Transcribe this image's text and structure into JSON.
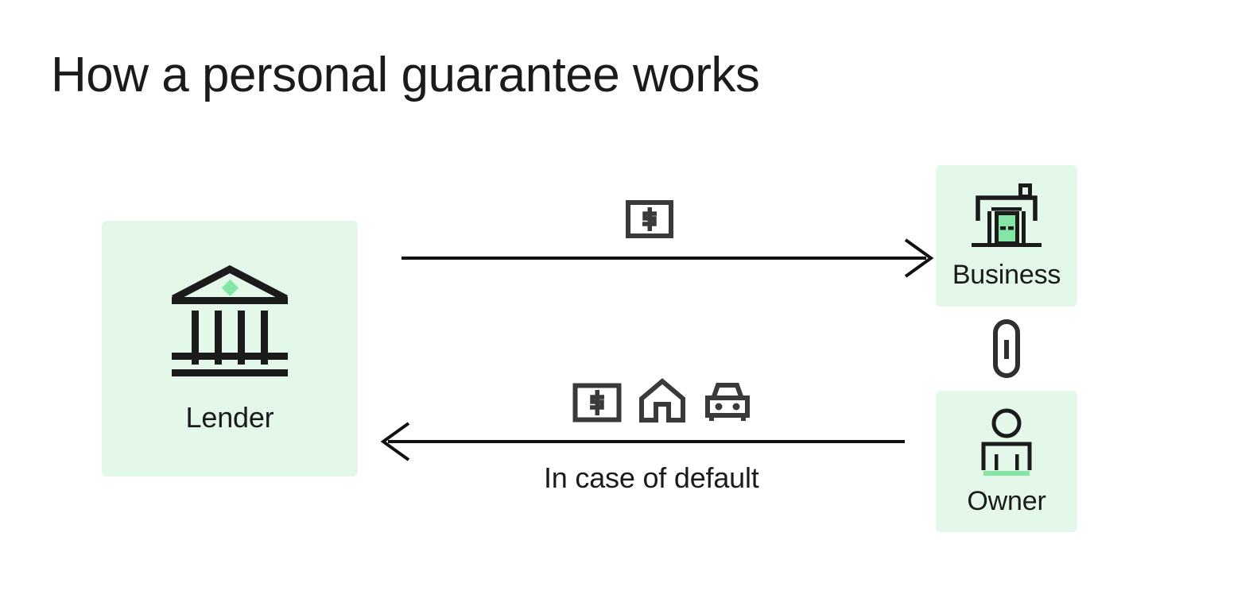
{
  "title": "How a personal guarantee works",
  "colors": {
    "page_background": "#ffffff",
    "card_background": "#e4f8ea",
    "accent_green": "#84e5a5",
    "ink": "#1b1b1b",
    "icon_gray": "#3a3a3a"
  },
  "entities": [
    {
      "id": "lender",
      "label": "Lender",
      "icon": "bank-icon",
      "position": "left"
    },
    {
      "id": "business",
      "label": "Business",
      "icon": "storefront-icon",
      "position": "top-right"
    },
    {
      "id": "owner",
      "label": "Owner",
      "icon": "person-icon",
      "position": "bottom-right"
    }
  ],
  "connector": {
    "icon": "paperclip-icon",
    "from": "business",
    "to": "owner"
  },
  "flows": [
    {
      "id": "loan",
      "direction": "right",
      "from": "lender",
      "to": "business",
      "caption": "",
      "icons": [
        "banknote-icon"
      ]
    },
    {
      "id": "recovery",
      "direction": "left",
      "from": "owner",
      "to": "lender",
      "caption": "In case of default",
      "icons": [
        "banknote-icon",
        "house-icon",
        "car-icon"
      ]
    }
  ]
}
